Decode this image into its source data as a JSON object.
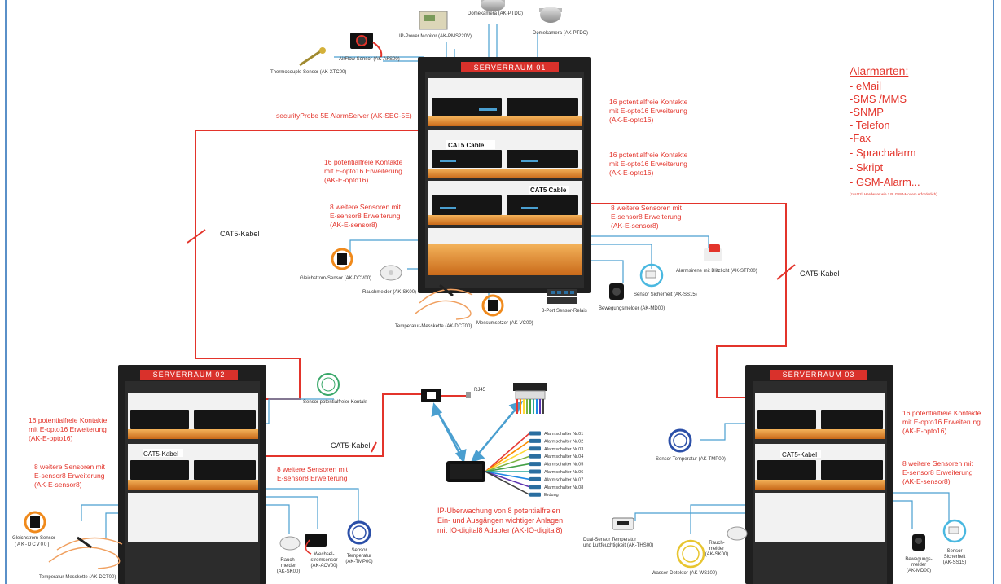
{
  "header_fragment": "",
  "alarm_types": {
    "title": "Alarmarten:",
    "items": [
      "- eMail",
      "-SMS /MMS",
      "-SNMP",
      "- Telefon",
      "-Fax",
      "- Sprachalarm",
      "- Skript",
      "- GSM-Alarm..."
    ],
    "note": "(zusätzl. Hardware wie z.B. GSM-Modem erforderlich)"
  },
  "server_rooms": {
    "room1": "SERVERRAUM 01",
    "room2": "SERVERRAUM  02",
    "room3": "SERVERRAUM 03"
  },
  "room1_labels": {
    "alarmserver": "securityProbe 5E AlarmServer (AK-SEC-5E)",
    "opto_right_1": [
      "16 potentialfreie Kontakte",
      "mit E-opto16 Erweiterung",
      "(AK-E-opto16)"
    ],
    "opto_left": [
      "16 potentialfreie Kontakte",
      "mit E-opto16 Erweiterung",
      "(AK-E-opto16)"
    ],
    "opto_right_2": [
      "16 potentialfreie Kontakte",
      "mit E-opto16 Erweiterung",
      "(AK-E-opto16)"
    ],
    "sensor8_left": [
      "8 weitere Sensoren mit",
      "E-sensor8 Erweiterung",
      "(AK-E-sensor8)"
    ],
    "sensor8_right": [
      "8 weitere Sensoren mit",
      "E-sensor8 Erweiterung",
      "(AK-E-sensor8)"
    ],
    "cat5_cable_1": "CAT5 Cable",
    "cat5_cable_2": "CAT5 Cable"
  },
  "room2_labels": {
    "opto": [
      "16 potentialfreie Kontakte",
      "mit E-opto16 Erweiterung",
      "(AK-E-opto16)"
    ],
    "sensor8_left": [
      "8 weitere Sensoren mit",
      "E-sensor8 Erweiterung",
      "(AK-E-sensor8)"
    ],
    "sensor8_right": [
      "8 weitere Sensoren mit",
      "E-sensor8 Erweiterung"
    ],
    "cat5": "CAT5-Kabel"
  },
  "room3_labels": {
    "opto": [
      "16 potentialfreie Kontakte",
      "mit E-opto16 Erweiterung",
      "(AK-E-opto16)"
    ],
    "sensor8": [
      "8 weitere Sensoren mit",
      "E-sensor8 Erweiterung",
      "(AK-E-sensor8)"
    ],
    "cat5": "CAT5-Kabel"
  },
  "cables": {
    "left": "CAT5-Kabel",
    "right": "CAT5-Kabel",
    "middle": "CAT5-Kabel"
  },
  "top_devices": {
    "dome1": "Domekamera (AK-PTDC)",
    "dome2": "Domekamera (AK-PTDC)",
    "power_monitor": "IP-Power Monitor (AK-PMS220V)",
    "airflow": "AirFlow Sensor (AK-AFS00)",
    "thermocouple": "Thermocouple Sensor (AK-XTC00)"
  },
  "room1_devices": {
    "dc": "Gleichstrom-Sensor (AK-DCV00)",
    "smoke": "Rauchmelder (AK-SK00)",
    "temp_chain": "Temperatur-Messkette (AK-DCT00)",
    "converter": "Messumsetzer (AK-VC00)",
    "relay": "8-Port Sensor-Relais",
    "motion": "Bewegungsmelder (AK-MD00)",
    "security": "Sensor Sicherheit (AK-SS15)",
    "siren": "Alarmsirene mit Blitzlicht (AK-STR00)"
  },
  "room2_devices": {
    "contact": "Sensor potentialfreier Kontakt",
    "dc": [
      "Gleichstrom-Sensor",
      "(AK-DCV00)"
    ],
    "temp_chain": "Temperatur-Messkette (AK-DCT00)",
    "smoke": [
      "Rauch-",
      "melder",
      "(AK-SK00)"
    ],
    "ac": [
      "Wechsel-",
      "stromsensor",
      "(AK-ACV00)"
    ],
    "temp": [
      "Sensor",
      "Temperatur",
      "(AK-TMP00)"
    ]
  },
  "room3_devices": {
    "temp": "Sensor Temperatur (AK-TMP00)",
    "dual": [
      "Dual-Sensor Temperatur",
      "und Luftfeuchtigkeit (AK-THS00)"
    ],
    "water": "Wasser-Detektor (AK-WS100)",
    "smoke": [
      "Rauch-",
      "melder",
      "(AK-SK00)"
    ],
    "motion": [
      "Bewegungs-",
      "melder",
      "(AK-MD00)"
    ],
    "security": [
      "Sensor",
      "Sicherheit",
      "(AK-SS15)"
    ]
  },
  "io_digital": {
    "rj45": "RJ45",
    "switches": [
      "Alarmschalter Nr.01",
      "Alarmschalter Nr.02",
      "Alarmschalter Nr.03",
      "Alarmschalter Nr.04",
      "Alarmschalter Nr.05",
      "Alarmschalter Nr.06",
      "Alarmschalter Nr.07",
      "Alarmschalter Nr.08",
      "Erdung"
    ],
    "wire_colors": [
      "#e53935",
      "#fb8c00",
      "#fdd835",
      "#7cb342",
      "#43a047",
      "#26a69a",
      "#1e88e5",
      "#5e35b1",
      "#424242"
    ],
    "caption": [
      "IP-Überwachung von 8 potentialfreien",
      "Ein- und Ausgängen wichtiger Anlagen",
      "mit IO-digital8 Adapter (AK-IO-digital8)"
    ]
  },
  "colors": {
    "accent_red": "#e3342b",
    "cable_blue": "#4a9fd0",
    "rack_dark": "#1f1f1f",
    "rack_shelf": "#e08a2c",
    "frame_blue": "#5a90c8"
  }
}
